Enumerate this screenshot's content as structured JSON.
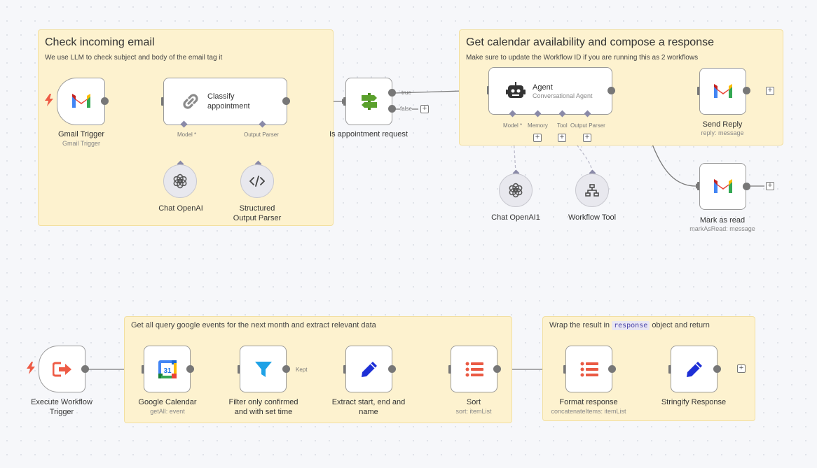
{
  "stickies": {
    "check_email": {
      "title": "Check incoming email",
      "desc": "We use LLM to check subject and body of the email tag it"
    },
    "calendar": {
      "title": "Get calendar availability and compose a response",
      "desc": "Make sure to update the Workflow ID if you are running this as 2 workflows"
    },
    "google_events": {
      "desc": "Get all query google events for the next month and extract relevant data"
    },
    "wrap": {
      "desc_pre": "Wrap the result in",
      "desc_code": "response",
      "desc_post": "object and return"
    }
  },
  "nodes": {
    "gmail_trigger": {
      "label": "Gmail Trigger",
      "sub": "Gmail Trigger"
    },
    "classify": {
      "label_line1": "Classify",
      "label_line2": "appointment",
      "model_label": "Model *",
      "parser_label": "Output Parser"
    },
    "chat_openai": {
      "label": "Chat OpenAI"
    },
    "structured_parser": {
      "label_line1": "Structured",
      "label_line2": "Output Parser"
    },
    "is_appointment": {
      "label": "Is appointment request",
      "true_label": "true",
      "false_label": "false"
    },
    "agent": {
      "title": "Agent",
      "sub": "Conversational Agent",
      "model_label": "Model *",
      "memory_label": "Memory",
      "tool_label": "Tool",
      "parser_label": "Output Parser"
    },
    "chat_openai1": {
      "label": "Chat OpenAI1"
    },
    "workflow_tool": {
      "label": "Workflow Tool"
    },
    "send_reply": {
      "label": "Send Reply",
      "sub": "reply: message"
    },
    "mark_read": {
      "label": "Mark as read",
      "sub": "markAsRead: message"
    },
    "exec_trigger": {
      "label_line1": "Execute Workflow",
      "label_line2": "Trigger"
    },
    "google_calendar": {
      "label": "Google Calendar",
      "sub": "getAll: event",
      "icon_text": "31"
    },
    "filter": {
      "label_line1": "Filter only confirmed",
      "label_line2": "and with set time",
      "kept_label": "Kept"
    },
    "extract": {
      "label_line1": "Extract start, end and",
      "label_line2": "name"
    },
    "sort": {
      "label": "Sort",
      "sub": "sort: itemList"
    },
    "format": {
      "label": "Format response",
      "sub": "concatenateItems: itemList"
    },
    "stringify": {
      "label": "Stringify Response"
    }
  },
  "add_glyph": "+",
  "colors": {
    "sticky_bg": "#fdf2cf",
    "edge": "#7a7a7a",
    "gmail_red": "#ea4335",
    "trigger_red": "#ee5b45",
    "filter_blue": "#1fa2e6",
    "pen_blue": "#1d2fd6",
    "list_red": "#ea5a44"
  },
  "icons": {
    "gmail": "gmail-icon",
    "classify": "link-icon",
    "openai": "openai-icon",
    "code": "code-icon",
    "if": "signpost-icon",
    "agent": "robot-icon",
    "workflow": "sitemap-icon",
    "exec": "arrow-out-icon",
    "calendar": "google-calendar-icon",
    "filter": "filter-icon",
    "pen": "pen-icon",
    "list": "list-icon",
    "bolt": "bolt-icon"
  }
}
